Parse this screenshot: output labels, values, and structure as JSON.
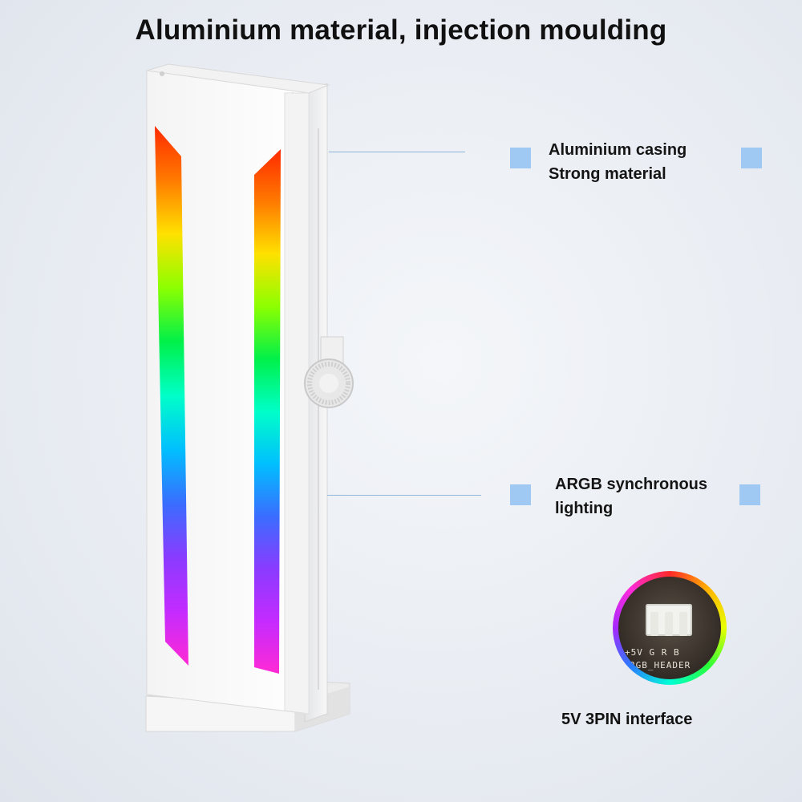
{
  "title": "Aluminium material, injection moulding",
  "callouts": [
    {
      "line1": "Aluminium casing",
      "line2": "Strong material"
    },
    {
      "line1": "ARGB synchronous",
      "line2": "lighting"
    }
  ],
  "connector": {
    "pin_label": "+5V G R B",
    "header_label": "RGB_HEADER",
    "caption": "5V 3PIN interface"
  },
  "colors": {
    "accent_square": "#9fc9f2",
    "leader_line": "#8fb5db",
    "casing": "#f6f6f4"
  }
}
